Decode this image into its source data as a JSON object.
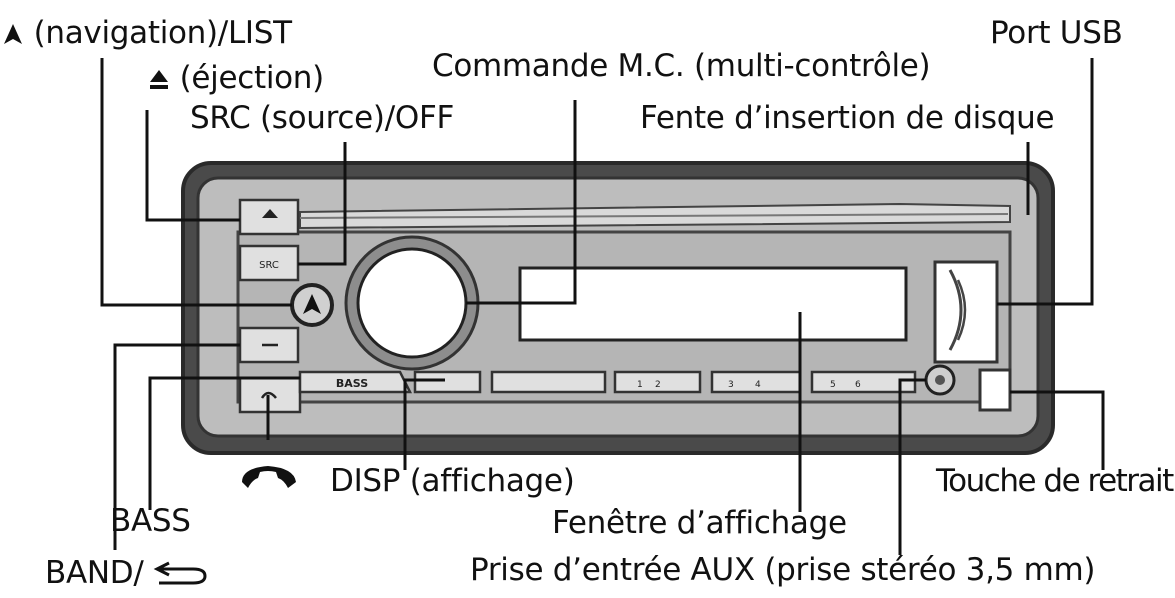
{
  "labels": {
    "navigation": "(navigation)/LIST",
    "ejection": "(éjection)",
    "src": "SRC (source)/OFF",
    "mc": "Commande M.C. (multi-contrôle)",
    "usb": "Port USB",
    "slot": "Fente d’insertion de disque",
    "disp": "DISP (affichage)",
    "retrait": "Touche de retrait",
    "bass": "BASS",
    "fenetre": "Fenêtre d’affichage",
    "band": "BAND/",
    "aux": "Prise d’entrée AUX (prise stéréo 3,5 mm)"
  },
  "panel": {
    "src_key": "SRC",
    "bass_key": "BASS",
    "preset_keys": [
      "1",
      "2",
      "3",
      "4",
      "5",
      "6"
    ]
  },
  "icons": {
    "navigation": "up-arrow-icon",
    "ejection": "eject-icon",
    "band": "return-arrow-icon",
    "phone": "phone-handset-icon"
  }
}
